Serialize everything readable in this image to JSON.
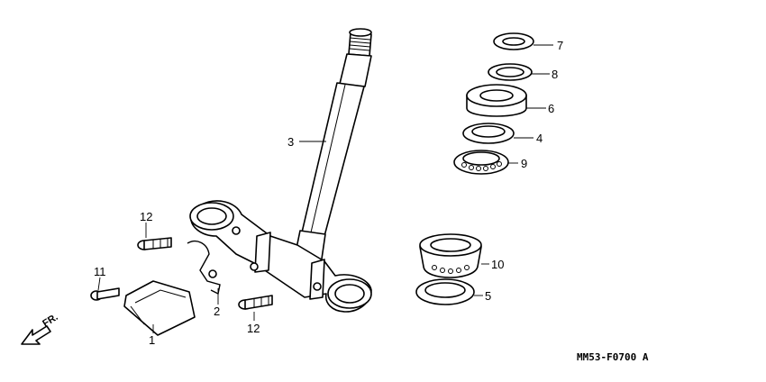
{
  "diagram": {
    "code": "MM53-F0700 A",
    "direction": "FR.",
    "callouts": [
      {
        "id": "c1",
        "label": "1"
      },
      {
        "id": "c2",
        "label": "2"
      },
      {
        "id": "c3",
        "label": "3"
      },
      {
        "id": "c4",
        "label": "4"
      },
      {
        "id": "c5",
        "label": "5"
      },
      {
        "id": "c6",
        "label": "6"
      },
      {
        "id": "c7",
        "label": "7"
      },
      {
        "id": "c8",
        "label": "8"
      },
      {
        "id": "c9",
        "label": "9"
      },
      {
        "id": "c10",
        "label": "10"
      },
      {
        "id": "c11",
        "label": "11"
      },
      {
        "id": "c12a",
        "label": "12"
      },
      {
        "id": "c12b",
        "label": "12"
      }
    ]
  }
}
